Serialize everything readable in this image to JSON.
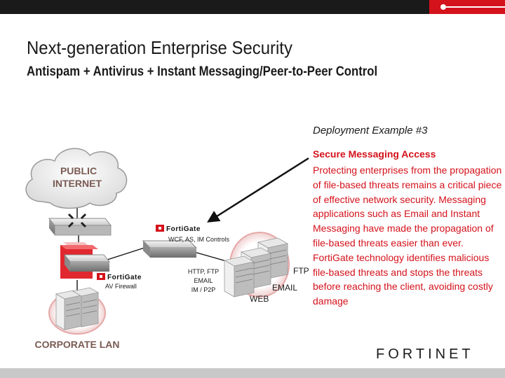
{
  "header": {
    "title": "Next-generation Enterprise Security",
    "subtitle": "Antispam + Antivirus + Instant Messaging/Peer-to-Peer Control"
  },
  "deployment": {
    "title": "Deployment Example #3",
    "heading": "Secure Messaging Access",
    "body": "Protecting enterprises from the propagation of file-based threats remains a critical piece of effective network security.  Messaging applications such as Email and Instant Messaging have made the propagation of file-based threats easier than ever. FortiGate technology identifies malicious file-based threats and stops the threats before reaching the client, avoiding costly damage"
  },
  "diagram": {
    "cloud_line1": "PUBLIC",
    "cloud_line2": "INTERNET",
    "fortigate_wordmark": "FortiGate",
    "fortigate_top_caption": "WCF, AS, IM Controls",
    "fortigate_av_caption": "AV Firewall",
    "protocols": [
      "HTTP, FTP",
      "EMAIL",
      "IM / P2P"
    ],
    "server_labels": {
      "ftp": "FTP",
      "email": "EMAIL",
      "web": "WEB"
    },
    "corporate_lan": "CORPORATE LAN"
  },
  "brand": {
    "logo_text": "FORTINET",
    "accent": "#d4121b",
    "dark": "#1a1a1a"
  }
}
